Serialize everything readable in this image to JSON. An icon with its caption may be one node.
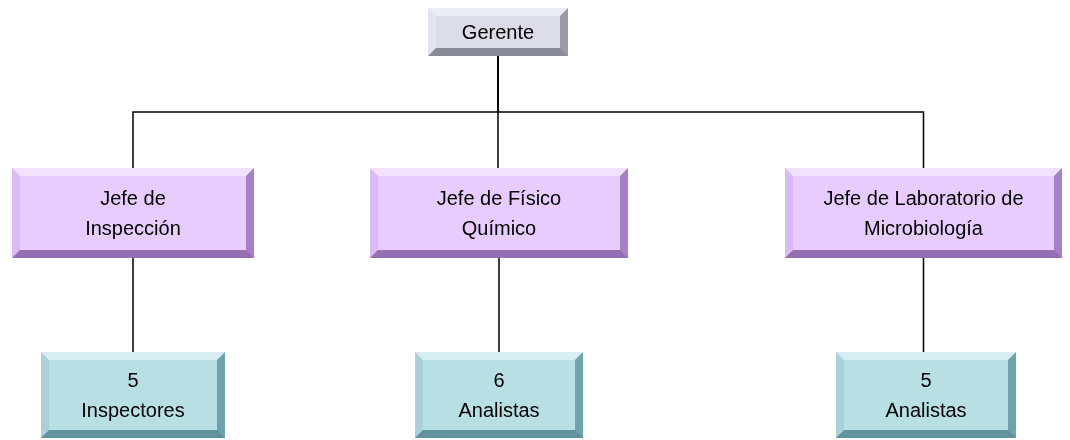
{
  "diagram": {
    "nodes": [
      {
        "text": [
          "Gerente"
        ]
      },
      {
        "text": [
          "Jefe de Inspección"
        ]
      },
      {
        "text": [
          "Jefe de Físico Químico"
        ]
      },
      {
        "text": [
          "Jefe de Laboratorio de Microbiología"
        ]
      },
      {
        "text": [
          "5 Inspectores"
        ]
      },
      {
        "text": [
          "6 Analistas"
        ]
      },
      {
        "text": [
          "5 Analistas"
        ]
      }
    ],
    "edges": [
      {
        "from": 0,
        "to": 1,
        "arrow": "none"
      },
      {
        "from": 0,
        "to": 2,
        "arrow": "none"
      },
      {
        "from": 0,
        "to": 3,
        "arrow": "none"
      },
      {
        "from": 1,
        "to": 4,
        "arrow": "none"
      },
      {
        "from": 2,
        "to": 5,
        "arrow": "none"
      },
      {
        "from": 3,
        "to": 6,
        "arrow": "none"
      }
    ]
  }
}
